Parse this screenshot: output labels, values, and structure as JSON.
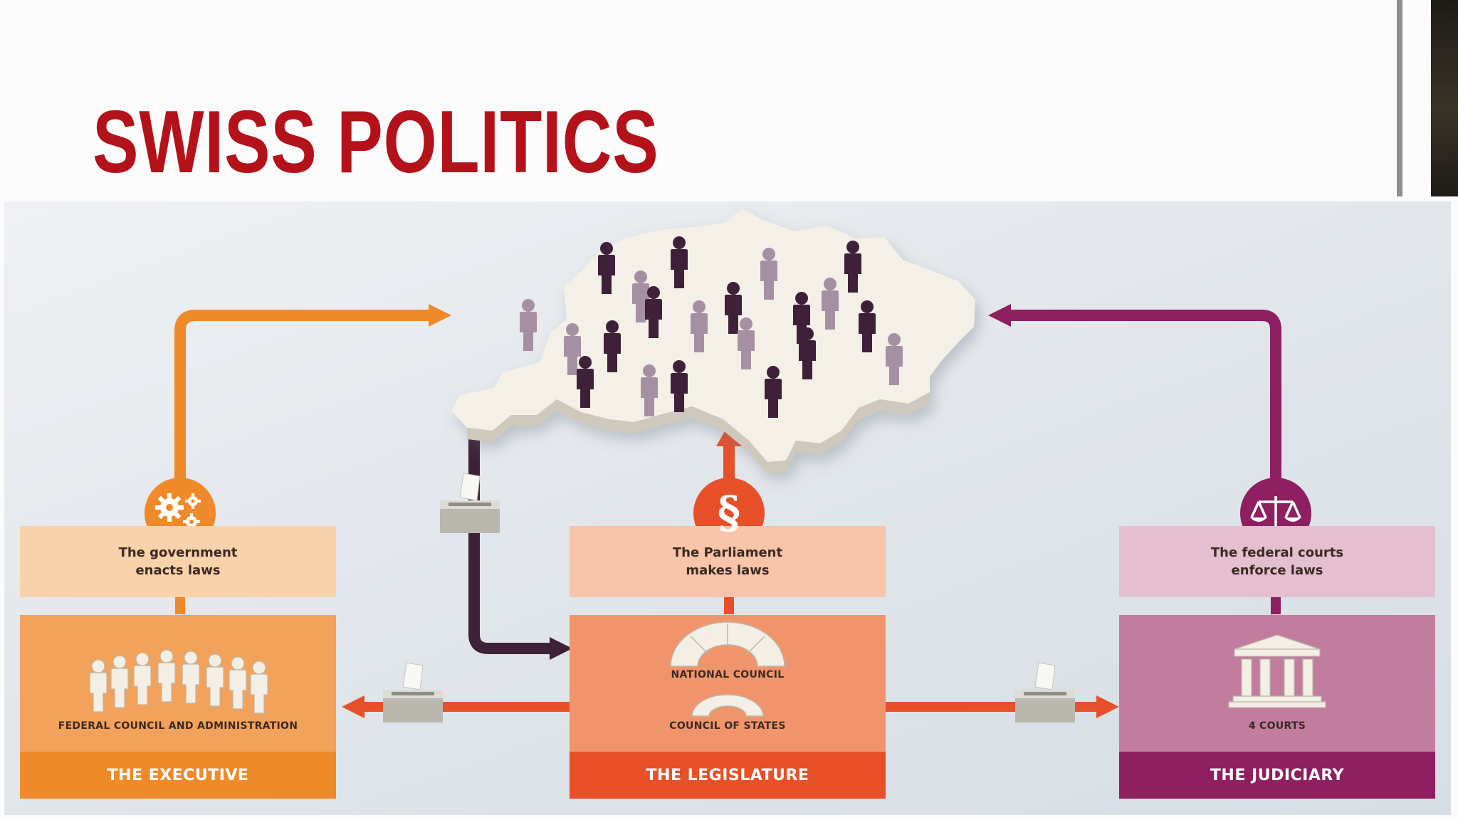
{
  "slide": {
    "title": "SWISS POLITICS"
  },
  "branches": [
    {
      "key": "executive",
      "description": "The government\nenacts laws",
      "body_label": "FEDERAL COUNCIL AND ADMINISTRATION",
      "footer_label": "THE EXECUTIVE",
      "icon": "gears-icon"
    },
    {
      "key": "legislature",
      "description": "The Parliament\nmakes laws",
      "chamber_1": "NATIONAL COUNCIL",
      "chamber_2": "COUNCIL OF STATES",
      "footer_label": "THE LEGISLATURE",
      "icon": "paragraph-icon",
      "symbol": "§"
    },
    {
      "key": "judiciary",
      "description": "The federal courts\nenforce laws",
      "body_label": "4 COURTS",
      "footer_label": "THE JUDICIARY",
      "icon": "scales-icon"
    }
  ],
  "colors": {
    "title_red": "#b3121a",
    "executive_orange": "#ee8a2a",
    "legislature_red": "#e8502a",
    "judiciary_purple": "#8e1f60",
    "people_dark": "#3e2138",
    "people_light": "#a68fa3",
    "map_cream": "#f4f0e8"
  }
}
